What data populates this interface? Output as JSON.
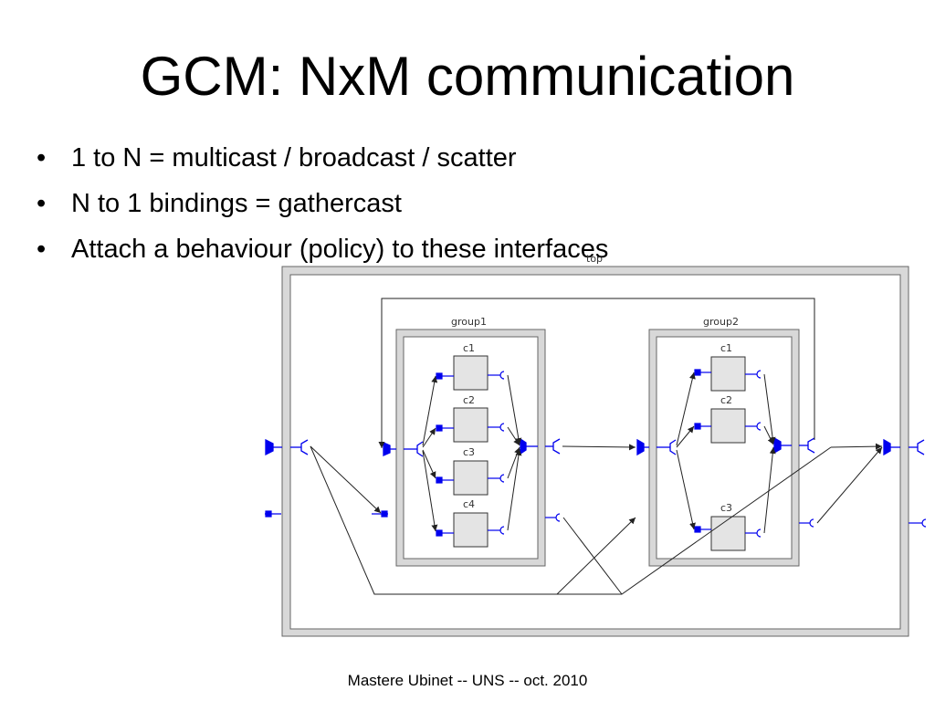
{
  "slide": {
    "title": "GCM: NxM communication",
    "bullet_marker": "•",
    "bullets": [
      "1 to N = multicast / broadcast / scatter",
      "N to 1 bindings = gathercast",
      "Attach a behaviour (policy) to these interfaces"
    ],
    "footer": "Mastere Ubinet  --  UNS -- oct. 2010"
  },
  "diagram": {
    "top_label": "top",
    "group1": {
      "label": "group1",
      "components": [
        "c1",
        "c2",
        "c3",
        "c4"
      ]
    },
    "group2": {
      "label": "group2",
      "components": [
        "c1",
        "c2",
        "c3"
      ]
    },
    "colors": {
      "interface": "#0000ee",
      "frame": "#555555",
      "component_fill": "#e4e4e4",
      "arrow": "#222222"
    }
  }
}
